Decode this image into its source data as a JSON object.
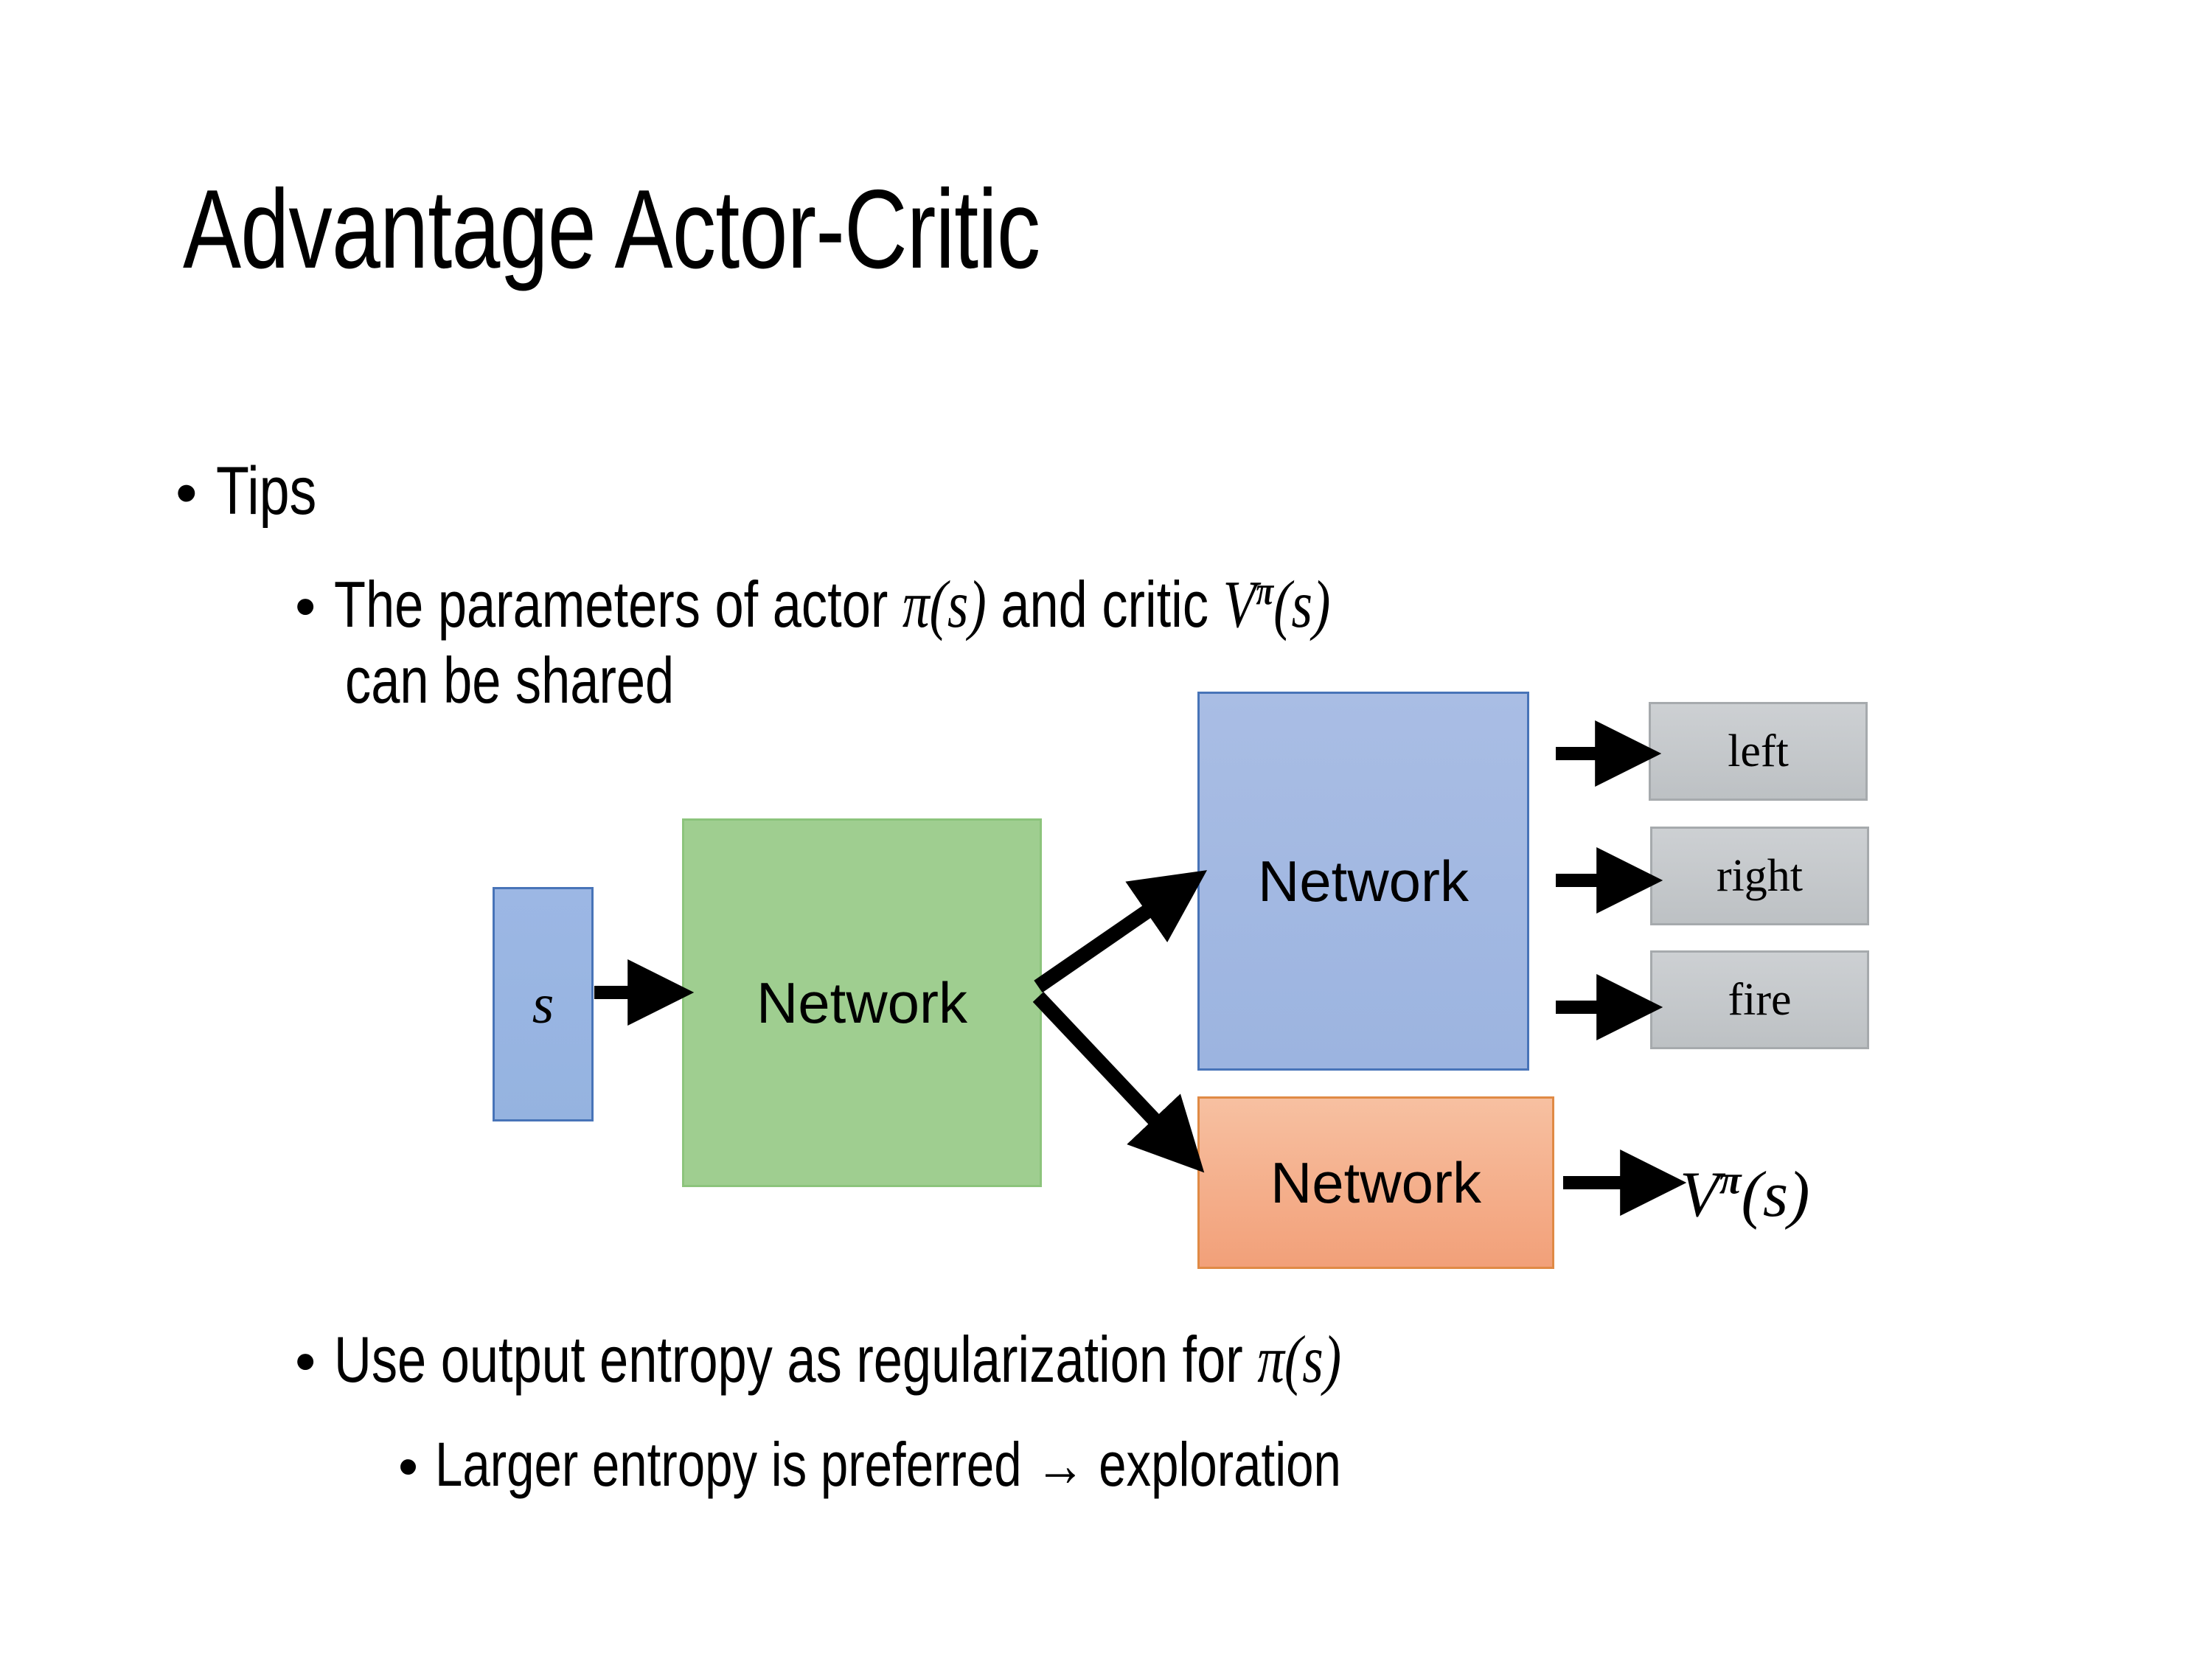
{
  "slide": {
    "title": "Advantage Actor-Critic",
    "background_color": "#ffffff"
  },
  "bullets": {
    "tips": {
      "marker": "•",
      "text": "Tips"
    },
    "parameters_line1": {
      "marker": "•",
      "before_pi": "The parameters of actor ",
      "pi_of_s": "π(s)",
      "middle": "  and critic ",
      "v": "V",
      "v_superscript": "π",
      "v_arg": "(s)"
    },
    "parameters_line2": {
      "text": "can be shared"
    },
    "entropy": {
      "marker": "•",
      "before_pi": "Use output entropy as regularization for ",
      "pi_of_s": "π(s)"
    },
    "larger_entropy": {
      "marker": "•",
      "text": "Larger entropy is preferred → exploration"
    }
  },
  "diagram": {
    "input_box": {
      "label": "s",
      "fill": "#95b3e0",
      "border": "#4874b8"
    },
    "shared_network": {
      "label": "Network",
      "fill": "#9fce90",
      "border": "#8cc47c"
    },
    "actor_network": {
      "label": "Network",
      "fill": "#9cb4e0",
      "border": "#4874b8"
    },
    "critic_network": {
      "label": "Network",
      "fill": "#f2a079",
      "border": "#e08a45"
    },
    "action_outputs": [
      {
        "label": "left",
        "fill": "#c5c8cb",
        "border": "#a6aaad"
      },
      {
        "label": "right",
        "fill": "#c5c8cb",
        "border": "#a6aaad"
      },
      {
        "label": "fire",
        "fill": "#c5c8cb",
        "border": "#a6aaad"
      }
    ],
    "value_output": {
      "v": "V",
      "v_superscript": "π",
      "v_arg": "(s)"
    },
    "arrows": [
      {
        "name": "state-to-shared",
        "from": "input_box",
        "to": "shared_network"
      },
      {
        "name": "shared-to-actor",
        "from": "shared_network",
        "to": "actor_network"
      },
      {
        "name": "shared-to-critic",
        "from": "shared_network",
        "to": "critic_network"
      },
      {
        "name": "actor-to-left",
        "from": "actor_network",
        "to": "left"
      },
      {
        "name": "actor-to-right",
        "from": "actor_network",
        "to": "right"
      },
      {
        "name": "actor-to-fire",
        "from": "actor_network",
        "to": "fire"
      },
      {
        "name": "critic-to-value",
        "from": "critic_network",
        "to": "value_output"
      }
    ],
    "arrow_color": "#000000"
  }
}
